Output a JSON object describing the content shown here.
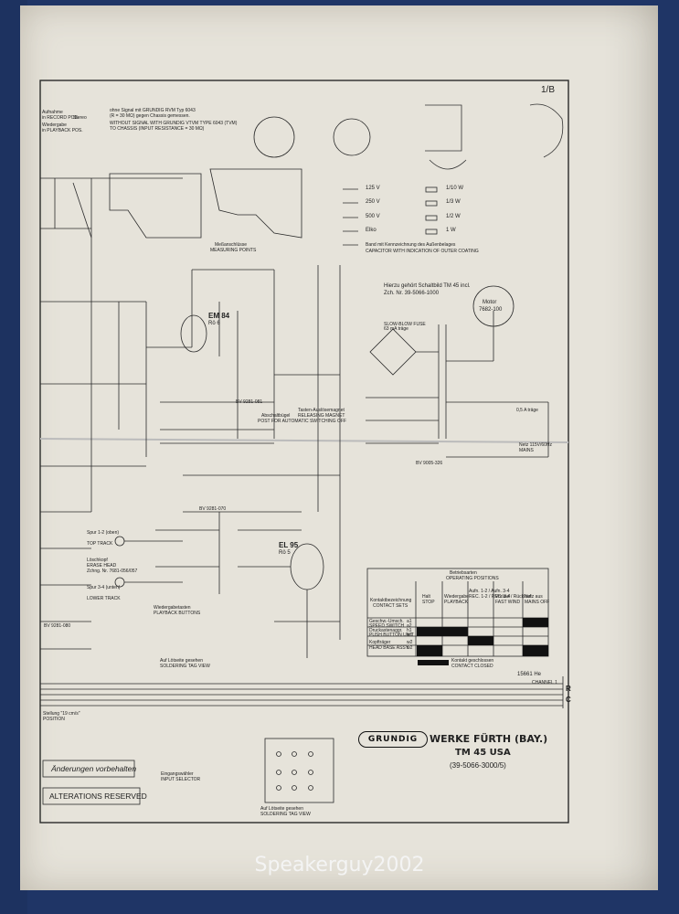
{
  "top_labels": {
    "aufnahme": "Aufnahme",
    "record_pos": "in RECORD POS.",
    "stereo": "Stereo",
    "wiedergabe": "Wiedergabe",
    "playback_pos": "in PLAYBACK POS.",
    "signal_note_de": "ohne Signal mit GRUNDIG RVM Typ 6043",
    "signal_note_de2": "(R = 30 MΩ) gegen Chassis gemessen.",
    "signal_note_en": "WITHOUT SIGNAL WITH GRUNDIG VTVM TYPE 6043 (TVM)",
    "signal_note_en2": "TO CHASSIS (INPUT RESISTANCE = 30 MΩ)",
    "handwritten": "1/B"
  },
  "legend": {
    "items": [
      "125 V",
      "250 V",
      "500 V",
      "Elko",
      "Band mit Kennzeichnung des Außenbelages"
    ],
    "items_right": [
      "1/10 W",
      "1/3 W",
      "1/2 W",
      "1 W"
    ],
    "band_note_en": "CAPACITOR WITH INDICATION OF OUTER COATING"
  },
  "blocks": {
    "messanschluesse": "Meßanschlüsse",
    "messanschluesse_en": "MEASURING POINTS",
    "hierzu": "Hierzu gehört Schaltbild TM 45 incl.",
    "hierzu2": "Zch. Nr. 39-5066-1000",
    "motor": "Motor",
    "motor_no": "7682-100",
    "em84": "EM 84",
    "r66": "Rö 6",
    "el95": "EL 95",
    "r65": "Rö 5",
    "abschaltbuegel": "Abschaltbügel",
    "abschaltbuegel_en": "POST FOR AUTOMATIC SWITCHING OFF",
    "tasten": "Tasten-Auslösemagnet",
    "tasten_en": "RELEASING MAGNET",
    "bv_9005": "BV 9005-326",
    "bv_9281": "BV 9281-081",
    "bv_9281_070": "BV 9281-070",
    "bv_9281_080": "BV 9281-080",
    "mains": "Netz 115V/60Hz",
    "mains_en": "MAINS",
    "sicherung": "63 mA träge",
    "sicherung_en": "SLOW-BLOW FUSE",
    "sicherung2": "0,5 A träge",
    "spur12": "Spur 1-2 (oben)",
    "spur12_en": "TOP TRACK",
    "spur34": "Spur 3-4 (unten)",
    "spur34_en": "LOWER TRACK",
    "loeschkopf": "Löschkopf",
    "loeschkopf_en": "ERASE HEAD",
    "loeschkopf_no": "Zchng. Nr. 7681-056/057",
    "wiedergabetasten": "Wiedergabetasten",
    "wiedergabetasten_en": "PLAYBACK BUTTONS",
    "auf_loetoesen": "Auf Lötseite gesehen",
    "auf_loetoesen_en": "SOLDERING TAG VIEW",
    "eingangswaehler": "Eingangswähler",
    "eingangswaehler_en": "INPUT SELECTOR",
    "stellung": "Stellung \"19 cm/s\"",
    "stellung_en": "POSITION"
  },
  "operating_table": {
    "title": "Betriebsarten",
    "title_en": "OPERATING POSITIONS",
    "row_header": "Kontaktbezeichnung",
    "row_header_en": "CONTACT SETS",
    "columns": [
      "Halt",
      "Wiedergabe",
      "Aufn. 1-2 / Aufn. 3-4",
      "Vorlauf / Rücklauf",
      "Netz aus"
    ],
    "columns_en": [
      "STOP",
      "PLAYBACK",
      "REC. 1-2 / REC. 3-4",
      "FAST WIND",
      "MAINS OFF"
    ],
    "rows": [
      {
        "label": "Geschw.-Umsch.",
        "label_en": "SPEED SWITCH",
        "contacts": [
          "a1",
          "a2"
        ]
      },
      {
        "label": "Druckastenaggr.",
        "label_en": "PUSH BUTTON UNIT",
        "contacts": [
          "h1",
          "w1"
        ]
      },
      {
        "label": "Kopfträger",
        "label_en": "HEAD BASE ASSY.",
        "contacts": [
          "w2",
          "w2"
        ]
      }
    ],
    "legend_closed": "Kontakt geschlossen",
    "legend_closed_en": "CONTACT CLOSED"
  },
  "bus_labels": {
    "channel1": "CHANNEL 1",
    "r": "R",
    "c": "C",
    "doc_no": "15661 He"
  },
  "footer": {
    "aenderungen": "Änderungen vorbehalten",
    "alterations": "ALTERATIONS RESERVED",
    "logo": "GRUNDIG",
    "company": "WERKE FÜRTH (BAY.)",
    "model": "TM 45 USA",
    "model_no": "(39-5066-3000/5)"
  },
  "watermark": "Speakerguy2002",
  "colors": {
    "background": "#1f3566",
    "paper": "#e6e3da",
    "ink": "#222222"
  }
}
